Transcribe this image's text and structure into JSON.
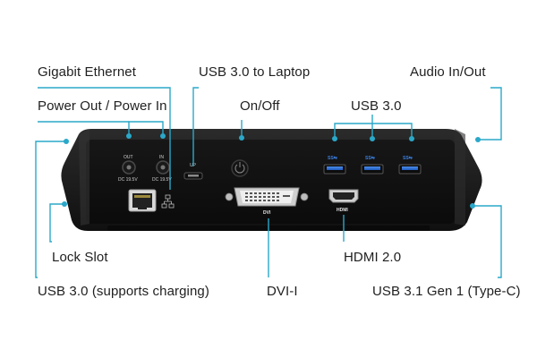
{
  "labels": {
    "gigabit_ethernet": "Gigabit Ethernet",
    "usb30_to_laptop": "USB 3.0 to Laptop",
    "audio_in_out": "Audio In/Out",
    "power_out_in": "Power Out / Power In",
    "on_off": "On/Off",
    "usb30": "USB 3.0",
    "lock_slot": "Lock Slot",
    "hdmi20": "HDMI 2.0",
    "usb30_charging": "USB 3.0 (supports charging)",
    "dvi_i": "DVI-I",
    "usb31_typec": "USB 3.1 Gen 1 (Type-C)"
  },
  "device_markings": {
    "out": "OUT",
    "in": "IN",
    "dc_out": "DC 19.5V",
    "dc_in": "DC 19.5V",
    "up": "UP",
    "dvi": "DVI",
    "hdmi": "HDMI",
    "ss_logo": "SS⇆"
  },
  "colors": {
    "callout": "#2aa8c9",
    "usb3_blue": "#2f73d9",
    "body_dark": "#1c1c1c"
  }
}
